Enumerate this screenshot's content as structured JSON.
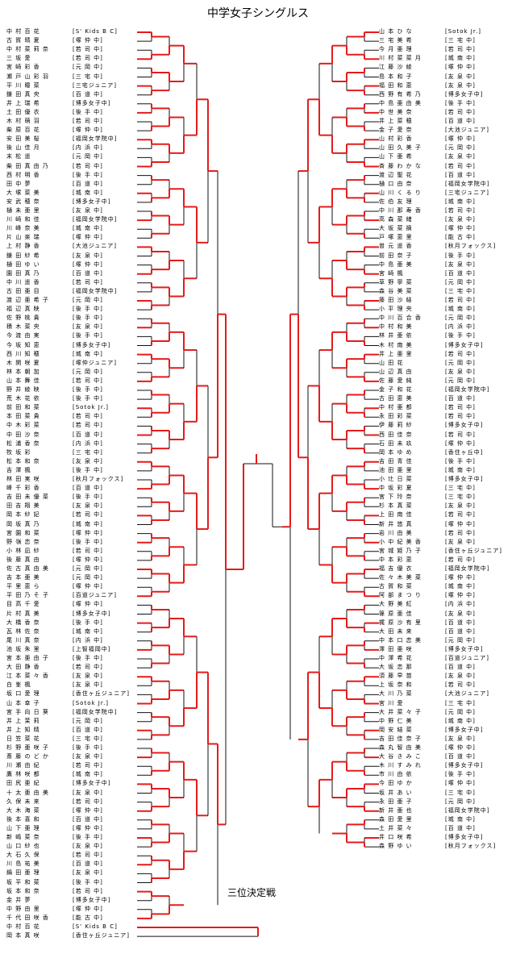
{
  "title": "中学女子シングルス",
  "third_place_label": "三位決定戦",
  "colors": {
    "win": "#e51b1b",
    "line": "#111111"
  },
  "left_entries": [
    [
      "中 村 百 花",
      "S' Kids B C"
    ],
    [
      "古 賀 晴 夏",
      "塚 仲 中"
    ],
    [
      "中 村 菜 莉 奈",
      "若 司 中"
    ],
    [
      "三 坂 愛",
      "若 司 中"
    ],
    [
      "宮 崎 彩 香",
      "元 岡 中"
    ],
    [
      "瀬 戸 山 彩 羽",
      "三 宅 中"
    ],
    [
      "平 川 瞳 菜",
      "三宅ジュニア"
    ],
    [
      "鎌 田 真 央",
      "百 道 中"
    ],
    [
      "井 上 瑞 希",
      "博多女子中"
    ],
    [
      "土 田 優 衣",
      "後 手 中"
    ],
    [
      "木 村 萌 羽",
      "若 司 中"
    ],
    [
      "柴 原 百 花",
      "塚 仲 中"
    ],
    [
      "安 田 美 桜",
      "福岡女学院中"
    ],
    [
      "後 山 佳 月",
      "内 浜 中"
    ],
    [
      "末 松 遥",
      "元 岡 中"
    ],
    [
      "柴 田 真 由 乃",
      "若 司 中"
    ],
    [
      "西 村 明 香",
      "後 手 中"
    ],
    [
      "田 中 夢",
      "百 道 中"
    ],
    [
      "大 塚 菜 美",
      "城 南 中"
    ],
    [
      "安 武 穂 奈",
      "博多女子中"
    ],
    [
      "樋 未 亜 里",
      "友 泉 中"
    ],
    [
      "川 崎 和 佳",
      "福岡女学院中"
    ],
    [
      "川 峰 奈 美",
      "城 南 中"
    ],
    [
      "片 山 楽 瑞",
      "塚 仲 中"
    ],
    [
      "上 村 静 香",
      "大池ジュニア"
    ],
    [
      "鎌 田 紗 希",
      "友 泉 中"
    ],
    [
      "樋 田 ゆ い",
      "塚 仲 中"
    ],
    [
      "園 田 真 乃",
      "百 道 中"
    ],
    [
      "中 川 遥 香",
      "若 司 中"
    ],
    [
      "古 田 亜 目",
      "福岡女学院中"
    ],
    [
      "渡 辺 亜 希 子",
      "元 岡 中"
    ],
    [
      "福 辺 真 映",
      "後 手 中"
    ],
    [
      "佐 野 桃 貴",
      "後 手 中"
    ],
    [
      "積 木 菜 央",
      "友 泉 中"
    ],
    [
      "今 渡 由 実",
      "後 手 中"
    ],
    [
      "今 坂 知 恵",
      "博多女子中"
    ],
    [
      "西 川 知 穂",
      "城 南 中"
    ],
    [
      "木 関 咲 夏",
      "塚仲ジュニア"
    ],
    [
      "林 本 朝 加",
      "元 岡 中"
    ],
    [
      "山 本 舞 佳",
      "若 司 中"
    ],
    [
      "野 井 綾 映",
      "後 手 中"
    ],
    [
      "荒 木 花 依",
      "後 手 中"
    ],
    [
      "前 田 和 菜",
      "Sotok Jr."
    ],
    [
      "本 田 菜 貴",
      "若 司 中"
    ],
    [
      "中 木 彩 菜",
      "若 司 中"
    ],
    [
      "中 田 沙 奈",
      "百 道 中"
    ],
    [
      "松 浦 香 奈",
      "内 浜 中"
    ],
    [
      "牧 坂 彩",
      "三 宅 中"
    ],
    [
      "松 本 和 奈",
      "友 泉 中"
    ],
    [
      "吉 澤 楓",
      "後 手 中"
    ],
    [
      "林 田 実 咲",
      "秋月フォックス"
    ],
    [
      "峰 千 彩 香",
      "百 道 中"
    ],
    [
      "吉 田 未 優 菜",
      "後 手 中"
    ],
    [
      "田 吉 翔 美",
      "友 泉 中"
    ],
    [
      "岡 本 紗 妃",
      "若 司 中"
    ],
    [
      "岡 坂 真 乃",
      "城 南 中"
    ],
    [
      "宮 園 和 菜",
      "塚 仲 中"
    ],
    [
      "野 嶺 恋 奈",
      "後 手 中"
    ],
    [
      "小 林 凪 紗",
      "若 司 中"
    ],
    [
      "後 藤 真 由",
      "塚 仲 中"
    ],
    [
      "佐 古 真 由 美",
      "元 岡 中"
    ],
    [
      "吉 本 亜 美",
      "元 岡 中"
    ],
    [
      "平 里 恵 ら",
      "塚 仲 中"
    ],
    [
      "平 田 乃 そ 子",
      "百道ジュニア"
    ],
    [
      "目 高 千 愛",
      "塚 仲 中"
    ],
    [
      "片 村 真 美",
      "博多女子中"
    ],
    [
      "大 橋 香 奈",
      "後 手 中"
    ],
    [
      "瓦 林 佐 奈",
      "城 南 中"
    ],
    [
      "尾 川 真 奈",
      "内 浜 中"
    ],
    [
      "池 坂 朱 里",
      "上智福岡中"
    ],
    [
      "宮 本 亜 由 子",
      "後 手 中"
    ],
    [
      "大 田 静 香",
      "若 司 中"
    ],
    [
      "江 本 菜 々 香",
      "友 泉 中"
    ],
    [
      "白 峯 楓",
      "友 泉 中"
    ],
    [
      "坂 口 愛 理",
      "香住ヶ丘ジュニア"
    ],
    [
      "山 本 幸 子",
      "Sotok Jr."
    ],
    [
      "宮 手 向 日 葵",
      "福岡女学院中"
    ],
    [
      "井 上 茉 莉",
      "元 岡 中"
    ],
    [
      "井 上 知 晴",
      "百 道 中"
    ],
    [
      "日 笠 菜 花",
      "三 宅 中"
    ],
    [
      "杉 野 亜 咲 子",
      "後 手 中"
    ],
    [
      "斎 藤 の ど か",
      "友 泉 中"
    ],
    [
      "川 瀬 由 紀",
      "若 司 中"
    ],
    [
      "鷹 林 咲 都",
      "城 南 中"
    ],
    [
      "田 尻 亜 紀",
      "博多女子中"
    ],
    [
      "十 太 亜 由 美",
      "友 泉 中"
    ],
    [
      "久 保 未 来",
      "若 司 中"
    ],
    [
      "大 木 海 菜",
      "塚 仲 中"
    ],
    [
      "後 本 喜 和",
      "百 道 中"
    ],
    [
      "山 下 亜 理",
      "塚 仲 中"
    ],
    [
      "新 嶋 菜 奈",
      "後 手 中"
    ],
    [
      "山 口 紗 也",
      "友 泉 中"
    ],
    [
      "大 石 久 保",
      "若 司 中"
    ],
    [
      "川 島 祐 美",
      "百 道 中"
    ],
    [
      "鍋 田 亜 理",
      "友 泉 中"
    ],
    [
      "坂 平 和 菜",
      "後 手 中"
    ],
    [
      "坂 本 和 奈",
      "若 司 中"
    ],
    [
      "金 井 夢",
      "博多女子中"
    ],
    [
      "中 野 由 里",
      "塚 仲 中"
    ],
    [
      "千 代 田 咲 香",
      "能 古 中"
    ],
    [
      "中 村 百 花",
      "S' Kids B C"
    ],
    [
      "岡 本 真 咲",
      "香住ヶ丘ジュニア"
    ]
  ],
  "right_entries": [
    [
      "山 本 ひ な",
      "Sotok Jr."
    ],
    [
      "三 宅 美 希",
      "三 宅 中"
    ],
    [
      "今 月 亜 理",
      "若 司 中"
    ],
    [
      "川 村 菜 菜 月",
      "城 南 中"
    ],
    [
      "江 藤 沙 綾",
      "塚 仲 中"
    ],
    [
      "島 本 和 子",
      "友 泉 中"
    ],
    [
      "福 田 和 恵",
      "友 泉 中"
    ],
    [
      "西 野 有 希 乃",
      "博多女子中"
    ],
    [
      "中 島 亜 由 美",
      "後 手 中"
    ],
    [
      "中 世 美 奈",
      "若 司 中"
    ],
    [
      "井 上 菜 穂",
      "百 道 中"
    ],
    [
      "金 子 愛 奈",
      "大池ジュニア"
    ],
    [
      "山 村 彩 香",
      "塚 仲 中"
    ],
    [
      "山 田 久 美 子",
      "元 岡 中"
    ],
    [
      "山 下 亜 希",
      "友 泉 中"
    ],
    [
      "斉 藤 わ か な",
      "若 司 中"
    ],
    [
      "渡 辺 聖 花",
      "百 道 中"
    ],
    [
      "樋 口 由 奈",
      "福岡女学院中"
    ],
    [
      "山 川 く る り",
      "三宅ジュニア"
    ],
    [
      "佐 伯 友 理",
      "城 南 中"
    ],
    [
      "中 川 那 寿 香",
      "若 司 中"
    ],
    [
      "高 森 菜 緒",
      "友 泉 中"
    ],
    [
      "大 坂 菜 摘",
      "塚 仲 中"
    ],
    [
      "戸 塚 恵 里",
      "能 古 中"
    ],
    [
      "曽 元 遥 香",
      "秋月フォックス"
    ],
    [
      "前 田 奈 子",
      "後 手 中"
    ],
    [
      "中 島 亜 美",
      "友 泉 中"
    ],
    [
      "宮 崎 楓",
      "百 道 中"
    ],
    [
      "草 野 寧 菜",
      "元 岡 中"
    ],
    [
      "森 谷 美 菜",
      "三 宅 中"
    ],
    [
      "藤 田 沙 結",
      "若 司 中"
    ],
    [
      "小 平 理 央",
      "城 南 中"
    ],
    [
      "中 川 百 合 香",
      "元 岡 中"
    ],
    [
      "中 村 和 美",
      "内 浜 中"
    ],
    [
      "林 井 亜 依",
      "後 手 中"
    ],
    [
      "木 村 南 美",
      "博多女子中"
    ],
    [
      "井 上 亜 里",
      "若 司 中"
    ],
    [
      "山 田 花",
      "元 岡 中"
    ],
    [
      "山 辺 真 由",
      "友 泉 中"
    ],
    [
      "佐 藤 愛 純",
      "元 岡 中"
    ],
    [
      "金 子 和 花",
      "福岡女学院中"
    ],
    [
      "古 田 恵 美",
      "百 道 中"
    ],
    [
      "中 村 亜 都",
      "若 司 中"
    ],
    [
      "永 田 彩 菜",
      "若 司 中"
    ],
    [
      "伊 藤 莉 紗",
      "博多女子中"
    ],
    [
      "西 田 佳 奈",
      "若 司 中"
    ],
    [
      "石 田 未 玖",
      "塚 仲 中"
    ],
    [
      "岡 本 ゆ め",
      "香住ヶ丘中"
    ],
    [
      "吉 田 青 佳",
      "後 手 中"
    ],
    [
      "池 田 亜 里",
      "城 南 中"
    ],
    [
      "小 辻 日 菜",
      "博多女子中"
    ],
    [
      "中 坂 彩 夏",
      "三 宅 中"
    ],
    [
      "宮 下 玲 奈",
      "三 宅 中"
    ],
    [
      "杉 本 真 菜",
      "友 泉 中"
    ],
    [
      "上 田 南 佳",
      "若 司 中"
    ],
    [
      "新 井 悠 真",
      "塚 仲 中"
    ],
    [
      "岩 川 由 美",
      "若 司 中"
    ],
    [
      "小 中 紀 美 香",
      "友 泉 中"
    ],
    [
      "宮 城 姫 乃 子",
      "香住ヶ丘ジュニア"
    ],
    [
      "中 本 彩 恵",
      "若 司 中"
    ],
    [
      "福 吉 優 衣",
      "福岡女学院中"
    ],
    [
      "佐 々 木 美 菜",
      "塚 仲 中"
    ],
    [
      "古 賀 和 菜",
      "城 南 中"
    ],
    [
      "阿 部 ま つ り",
      "塚 仲 中"
    ],
    [
      "大 野 美 紅",
      "内 浜 中"
    ],
    [
      "篠 原 亜 佳",
      "友 泉 中"
    ],
    [
      "梶 原 沙 有 里",
      "百 道 中"
    ],
    [
      "大 田 未 来",
      "百 道 中"
    ],
    [
      "中 本 口 恋 美",
      "元 岡 中"
    ],
    [
      "澤 田 亜 咲",
      "博多女子中"
    ],
    [
      "中 澤 希 花",
      "百道ジュニア"
    ],
    [
      "大 坂 恋 那",
      "百 道 中"
    ],
    [
      "須 藤 早 苗",
      "友 泉 中"
    ],
    [
      "上 坂 奈 和",
      "若 司 中"
    ],
    [
      "大 川 乃 菜",
      "大池ジュニア"
    ],
    [
      "宮 川 愛",
      "三 宅 中"
    ],
    [
      "大 井 菜 々 子",
      "元 岡 中"
    ],
    [
      "中 野 仁 美",
      "城 南 中"
    ],
    [
      "岡 安 結 菜",
      "博多女子中"
    ],
    [
      "吉 田 佳 奈 子",
      "友 泉 中"
    ],
    [
      "森 丸 智 由 美",
      "塚 仲 中"
    ],
    [
      "大 谷 き み こ",
      "百 道 中"
    ],
    [
      "木 川 す み れ",
      "博多女子中"
    ],
    [
      "市 川 由 依",
      "後 手 中"
    ],
    [
      "今 田 ゆ か",
      "塚 仲 中"
    ],
    [
      "坂 井 あ い",
      "三 宅 中"
    ],
    [
      "永 田 亜 子",
      "元 岡 中"
    ],
    [
      "新 井 亜 也",
      "福岡女学院中"
    ],
    [
      "森 田 愛 里",
      "城 南 中"
    ],
    [
      "土 井 菜 々",
      "百 道 中"
    ],
    [
      "井 口 咲 希",
      "博多女子中"
    ],
    [
      "森 野 ゆ い",
      "秋月フォックス"
    ]
  ]
}
